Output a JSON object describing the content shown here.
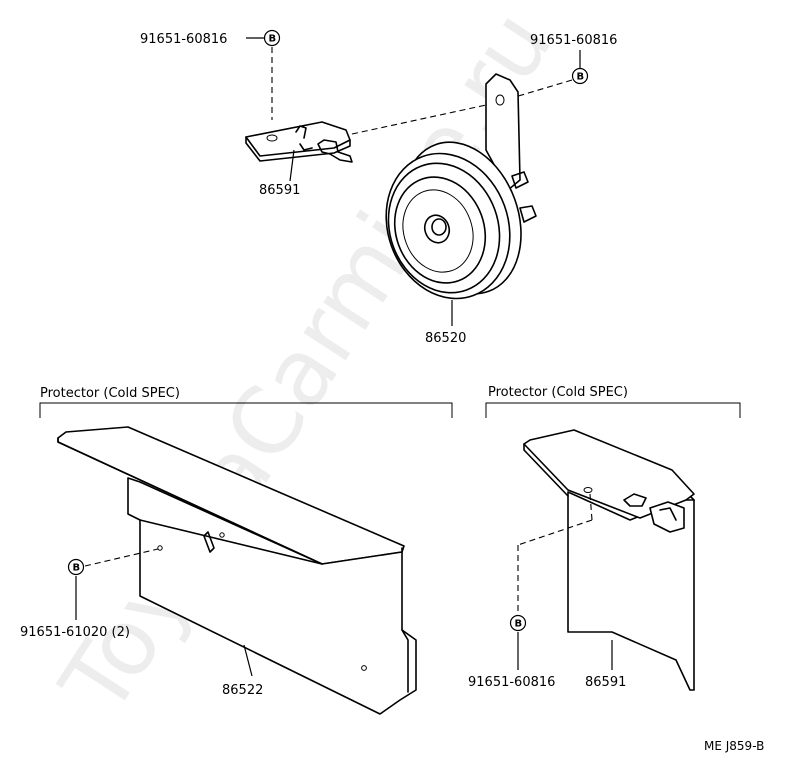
{
  "watermark": "ToyotaCarmine.ru",
  "bolt_letter": "B",
  "callouts": {
    "bolt_top_left": "91651-60816",
    "bolt_top_right": "91651-60816",
    "bracket_top": "86591",
    "horn": "86520",
    "bolt_left_protector": "91651-61020 (2)",
    "protector_left": "86522",
    "bolt_right_protector": "91651-60816",
    "bracket_right": "86591"
  },
  "sections": {
    "left_title": "Protector (Cold SPEC)",
    "right_title": "Protector (Cold SPEC)"
  },
  "figure_code": "ME J859-B"
}
